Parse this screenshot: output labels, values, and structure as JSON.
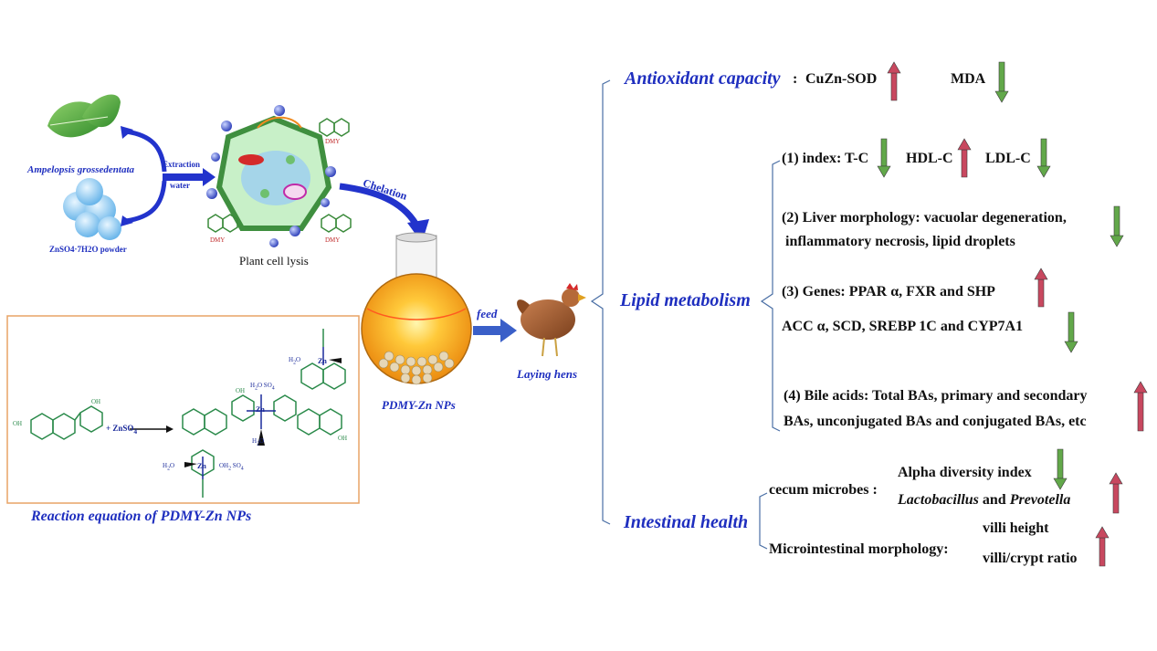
{
  "left": {
    "plant_name": "Ampelopsis grossedentata",
    "salt_name": "ZnSO4·7H2O powder",
    "extraction_label_1": "Extraction",
    "extraction_label_2": "water",
    "cell_lysis_label": "Plant cell lysis",
    "chelation_label": "Chelation",
    "dmy_label": "DMY",
    "nps_label": "PDMY-Zn NPs",
    "feed_label": "feed",
    "hens_label": "Laying hens",
    "reaction_caption": "Reaction equation of PDMY-Zn NPs",
    "reagent_label": "+ ZnSO",
    "reagent_sub": "4",
    "zn_label": "Zn",
    "oh_label": "OH",
    "h2o_label": "H",
    "so4_label": "SO"
  },
  "right": {
    "antioxidant": {
      "title": "Antioxidant capacity",
      "colon": " : ",
      "items": [
        "CuZn-SOD",
        "MDA"
      ]
    },
    "lipid": {
      "title": "Lipid metabolism",
      "index_line": "(1) index: T-C",
      "index_hdl": "HDL-C",
      "index_ldl": "LDL-C",
      "liver_line1": "(2) Liver morphology: vacuolar degeneration,",
      "liver_line2": "inflammatory necrosis,  lipid droplets",
      "genes_line1": "(3) Genes: PPAR α, FXR and SHP",
      "genes_line2": "ACC α, SCD, SREBP 1C and CYP7A1",
      "bile_line1": "(4) Bile acids: Total BAs, primary and secondary",
      "bile_line2": "BAs, unconjugated BAs and conjugated BAs, etc"
    },
    "intestinal": {
      "title": "Intestinal health",
      "cecum_label": "cecum microbes :",
      "alpha": "Alpha diversity index",
      "lacto": "Lactobacillus",
      "and": " and ",
      "prevotella": "Prevotella",
      "micro_label": "Microintestinal morphology:",
      "villi_height": "villi height",
      "villi_ratio": "villi/crypt ratio"
    }
  },
  "colors": {
    "up_arrow": "#c8485f",
    "down_arrow": "#62a84a",
    "bracket": "#4a6fa5",
    "heading_blue": "#1f2fbf",
    "frame_orange": "#e8a366",
    "molecule_green": "#2a8a4a"
  }
}
